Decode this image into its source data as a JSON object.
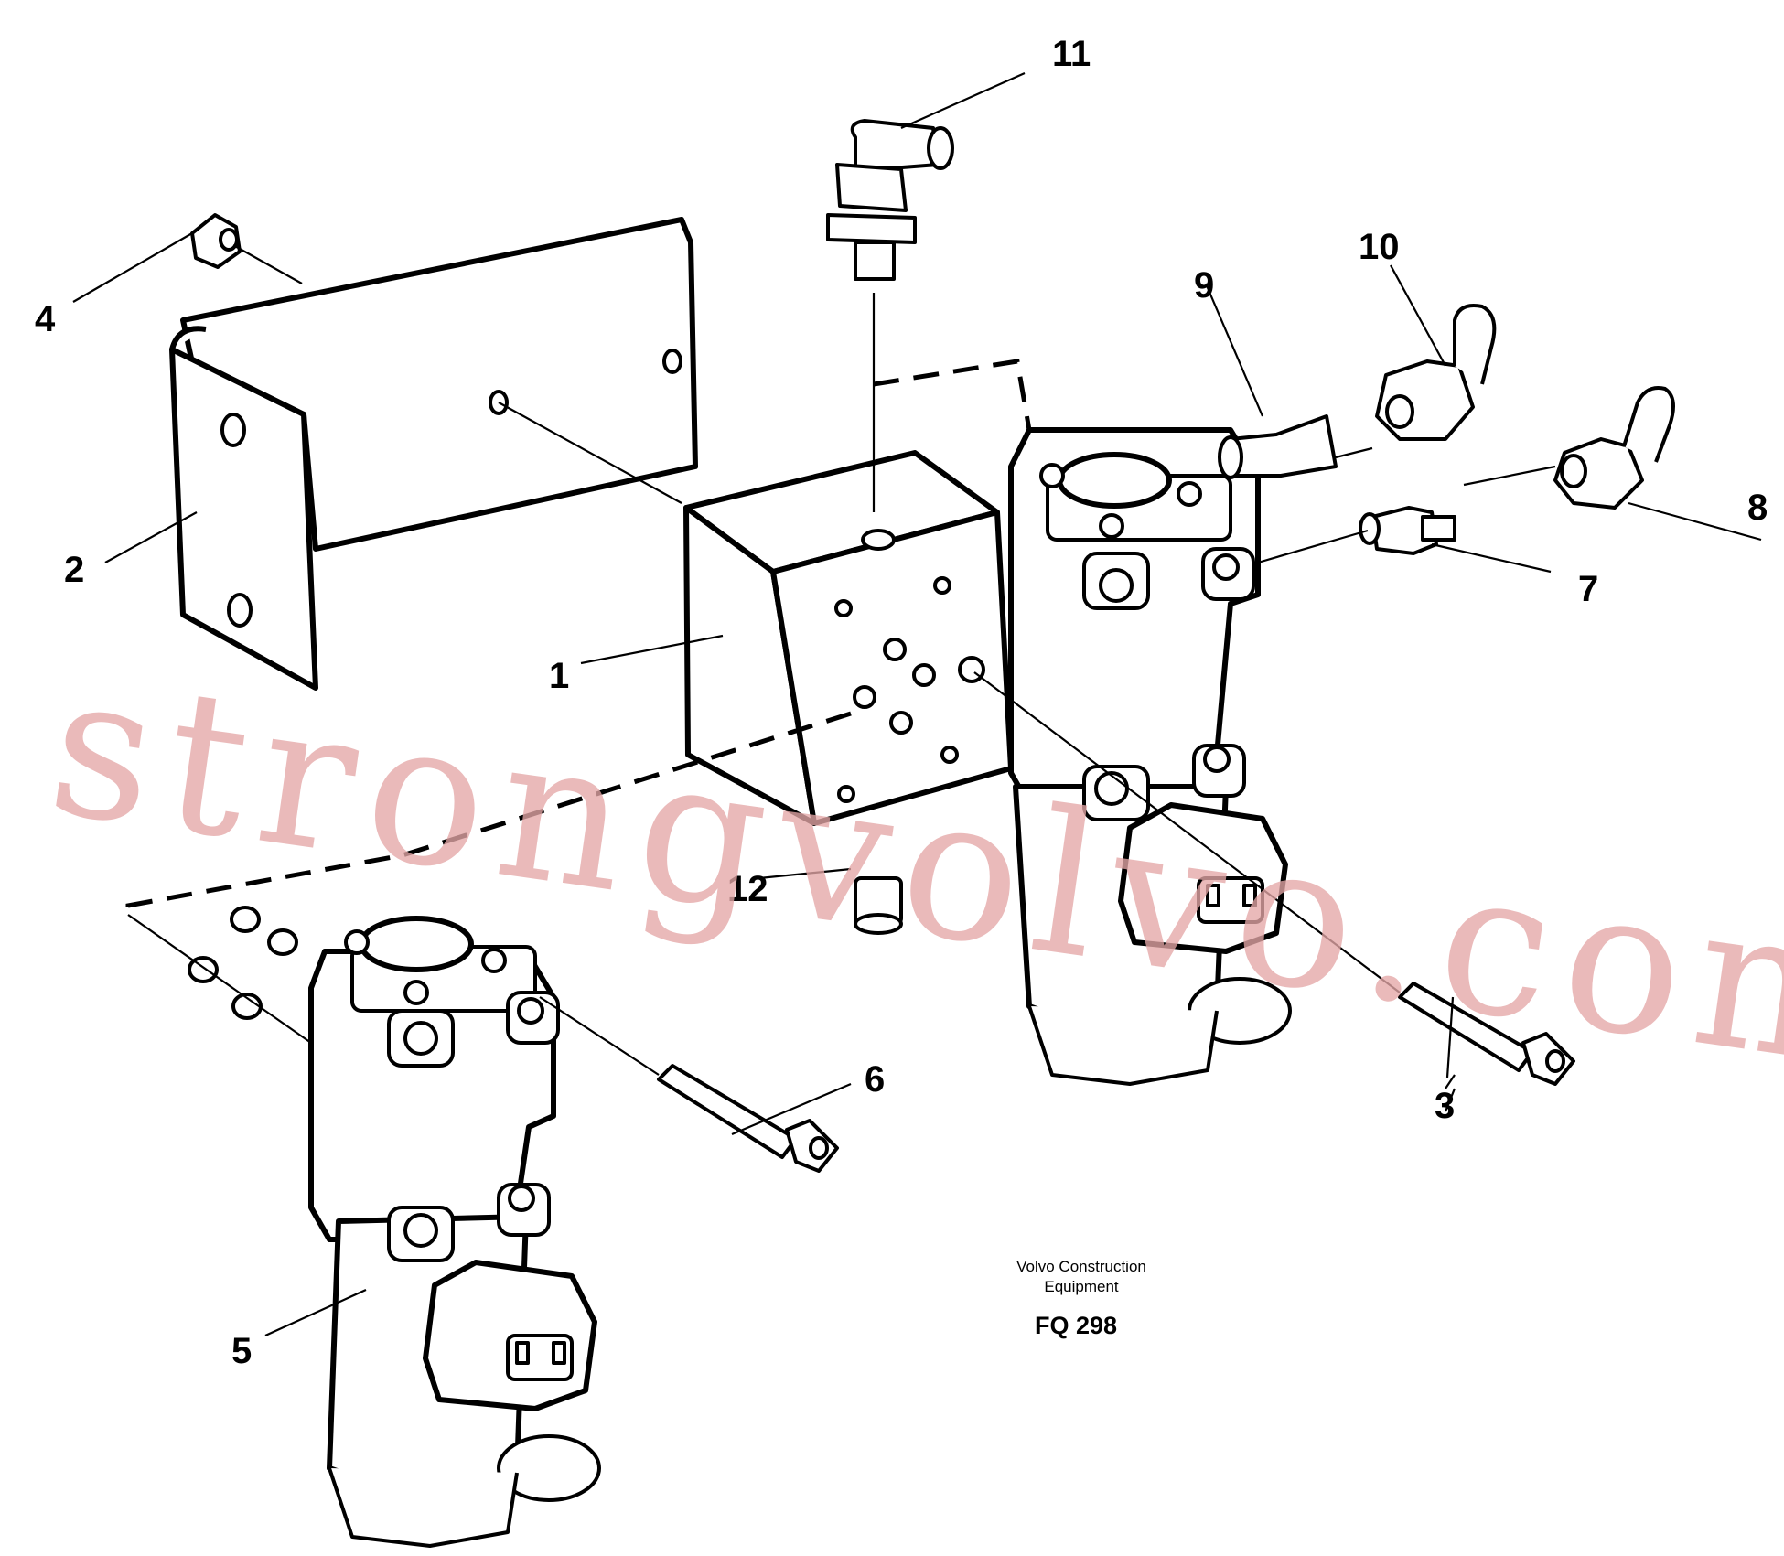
{
  "watermark": "strongvolvo.com",
  "footer": {
    "company_line1": "Volvo Construction",
    "company_line2": "Equipment",
    "drawing_id": "FQ 298"
  },
  "callouts": {
    "c1": "1",
    "c2": "2",
    "c3": "3",
    "c4": "4",
    "c5": "5",
    "c6": "6",
    "c7": "7",
    "c8": "8",
    "c9": "9",
    "c10": "10",
    "c11": "11",
    "c12": "12"
  }
}
